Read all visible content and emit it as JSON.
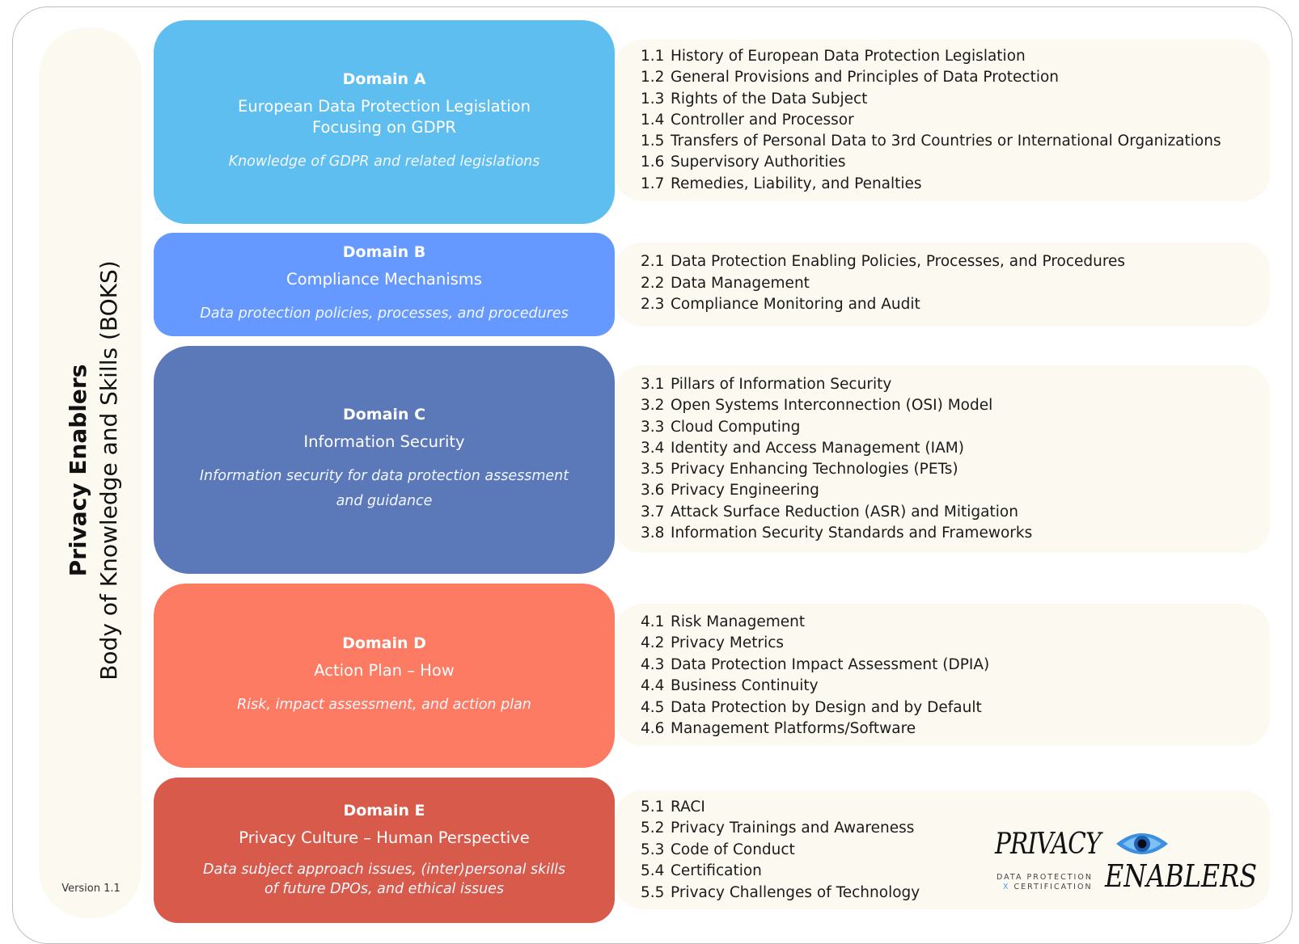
{
  "sidebar": {
    "title_bold": "Privacy Enablers",
    "title": "Body of Knowledge and Skills (BOKS)",
    "version": "Version 1.1"
  },
  "domains": [
    {
      "title": "Domain A",
      "name_lines": [
        "European Data Protection Legislation",
        "Focusing on GDPR"
      ],
      "description_lines": [
        "Knowledge of GDPR and related legislations"
      ],
      "color": "#5fbef0",
      "items": [
        {
          "num": "1.1",
          "label": "History of European Data Protection Legislation"
        },
        {
          "num": "1.2",
          "label": "General Provisions and Principles of Data Protection"
        },
        {
          "num": "1.3",
          "label": "Rights of the Data Subject"
        },
        {
          "num": "1.4",
          "label": "Controller and Processor"
        },
        {
          "num": "1.5",
          "label": "Transfers of Personal Data to 3rd Countries or International Organizations"
        },
        {
          "num": "1.6",
          "label": "Supervisory Authorities"
        },
        {
          "num": "1.7",
          "label": "Remedies, Liability, and Penalties"
        }
      ]
    },
    {
      "title": "Domain B",
      "name_lines": [
        "Compliance Mechanisms"
      ],
      "description_lines": [
        "Data protection policies, processes, and procedures"
      ],
      "color": "#6699ff",
      "items": [
        {
          "num": "2.1",
          "label": "Data Protection Enabling Policies, Processes, and Procedures"
        },
        {
          "num": "2.2",
          "label": "Data Management"
        },
        {
          "num": "2.3",
          "label": "Compliance Monitoring and Audit"
        }
      ]
    },
    {
      "title": "Domain C",
      "name_lines": [
        "Information Security"
      ],
      "description_lines": [
        "Information security for data protection assessment",
        "and guidance"
      ],
      "color": "#5b79b9",
      "items": [
        {
          "num": "3.1",
          "label": "Pillars of Information Security"
        },
        {
          "num": "3.2",
          "label": "Open Systems Interconnection (OSI) Model"
        },
        {
          "num": "3.3",
          "label": "Cloud Computing"
        },
        {
          "num": "3.4",
          "label": "Identity and Access Management (IAM)"
        },
        {
          "num": "3.5",
          "label": "Privacy Enhancing Technologies (PETs)"
        },
        {
          "num": "3.6",
          "label": "Privacy Engineering"
        },
        {
          "num": "3.7",
          "label": "Attack Surface Reduction (ASR) and Mitigation"
        },
        {
          "num": "3.8",
          "label": "Information Security Standards and Frameworks"
        }
      ]
    },
    {
      "title": "Domain D",
      "name_lines": [
        "Action Plan – How"
      ],
      "description_lines": [
        "Risk, impact assessment, and action plan"
      ],
      "color": "#fd7a63",
      "items": [
        {
          "num": "4.1",
          "label": "Risk Management"
        },
        {
          "num": "4.2",
          "label": "Privacy Metrics"
        },
        {
          "num": "4.3",
          "label": "Data Protection Impact Assessment (DPIA)"
        },
        {
          "num": "4.4",
          "label": "Business Continuity"
        },
        {
          "num": "4.5",
          "label": "Data Protection by Design and by Default"
        },
        {
          "num": "4.6",
          "label": "Management Platforms/Software"
        }
      ]
    },
    {
      "title": "Domain E",
      "name_lines": [
        "Privacy Culture – Human Perspective"
      ],
      "description_lines": [
        "Data subject approach issues, (inter)personal skills",
        "of future DPOs, and ethical issues"
      ],
      "color": "#d75a4a",
      "items": [
        {
          "num": "5.1",
          "label": "RACI"
        },
        {
          "num": "5.2",
          "label": "Privacy Trainings and Awareness"
        },
        {
          "num": "5.3",
          "label": "Code of Conduct"
        },
        {
          "num": "5.4",
          "label": "Certification"
        },
        {
          "num": "5.5",
          "label": "Privacy Challenges of Technology"
        }
      ]
    }
  ],
  "logo": {
    "word1": "PRIVACY",
    "word2": "ENABLERS",
    "sub1": "DATA PROTECTION",
    "sub2_x": "X",
    "sub2": "CERTIFICATION",
    "eye_color": "#3d8fe0"
  }
}
